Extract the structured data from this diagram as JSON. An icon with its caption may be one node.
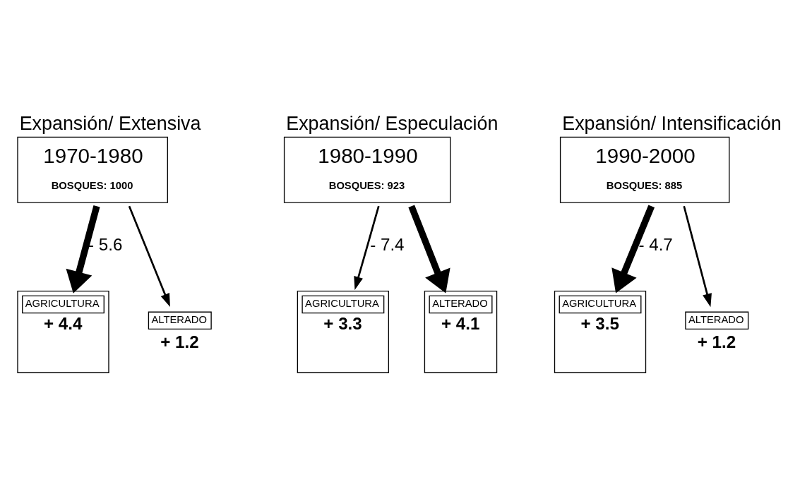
{
  "diagram": {
    "nodes": [
      {
        "text": [
          "Expansión/ Extensiva",
          "1970-1980",
          "BOSQUES: 1000"
        ]
      },
      {
        "text": [
          "AGRICULTURA",
          "+ 4.4"
        ]
      },
      {
        "text": [
          "ALTERADO"
        ],
        "beside": [
          "+ 1.2"
        ]
      },
      {
        "text": [
          "Expansión/ Especulación",
          "1980-1990",
          "BOSQUES: 923"
        ]
      },
      {
        "text": [
          "AGRICULTURA",
          "+ 3.3"
        ]
      },
      {
        "text": [
          "ALTERADO",
          "+ 4.1"
        ]
      },
      {
        "text": [
          "Expansión/ Intensificación",
          "1990-2000",
          "BOSQUES: 885"
        ]
      },
      {
        "text": [
          "AGRICULTURA",
          "+ 3.5"
        ]
      },
      {
        "text": [
          "ALTERADO"
        ],
        "beside": [
          "+ 1.2"
        ]
      }
    ],
    "edges": [
      {
        "from": 0,
        "to": 1,
        "arrow": "to",
        "style": "thick",
        "label": "- 5.6"
      },
      {
        "from": 0,
        "to": 2,
        "arrow": "to"
      },
      {
        "from": 3,
        "to": 4,
        "arrow": "to",
        "label": "- 7.4"
      },
      {
        "from": 3,
        "to": 5,
        "arrow": "to",
        "style": "thick"
      },
      {
        "from": 6,
        "to": 7,
        "arrow": "to",
        "style": "thick",
        "label": "- 4.7"
      },
      {
        "from": 6,
        "to": 8,
        "arrow": "to"
      }
    ]
  }
}
